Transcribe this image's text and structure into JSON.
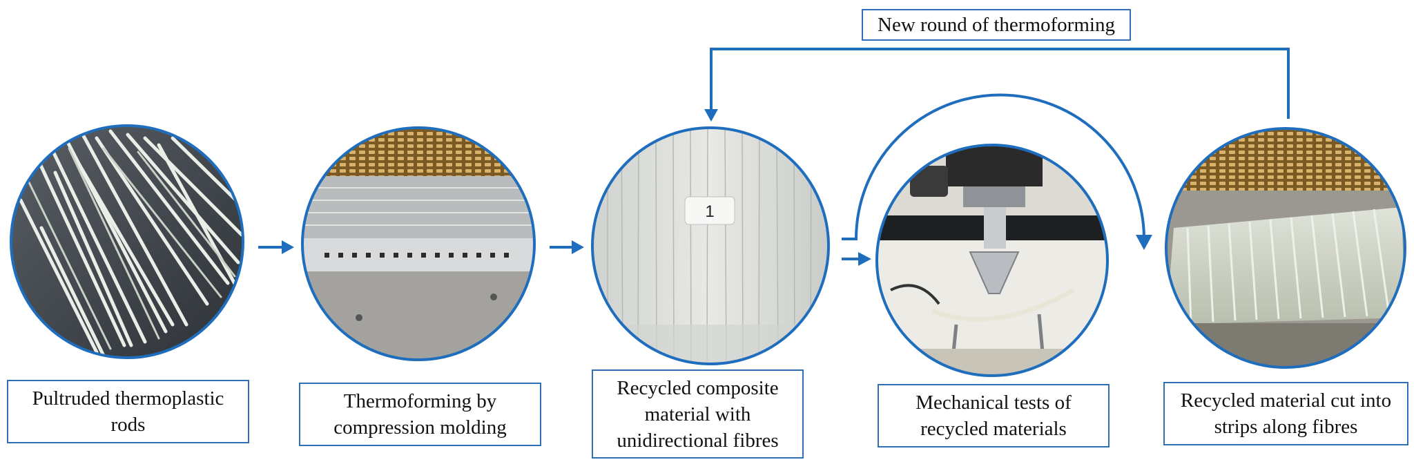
{
  "colors": {
    "accent": "#1f6dbd",
    "circle_border": "#1f6dbd",
    "box_border": "#2f6fb5"
  },
  "loop_label": "New round of thermoforming",
  "steps": [
    {
      "id": "rods",
      "image": "pultruded-rods-photo",
      "lines": [
        "Pultruded thermoplastic",
        "rods"
      ]
    },
    {
      "id": "thermoforming",
      "image": "compression-mold-photo",
      "lines": [
        "Thermoforming by",
        "compression molding"
      ]
    },
    {
      "id": "composite",
      "image": "composite-panel-photo",
      "panel_tag": "1",
      "lines": [
        "Recycled composite",
        "material with",
        "unidirectional fibres"
      ]
    },
    {
      "id": "tests",
      "image": "bending-test-photo",
      "lines": [
        "Mechanical tests of",
        "recycled materials"
      ]
    },
    {
      "id": "strips",
      "image": "cut-strips-photo",
      "lines": [
        "Recycled material cut into",
        "strips along fibres"
      ]
    }
  ]
}
